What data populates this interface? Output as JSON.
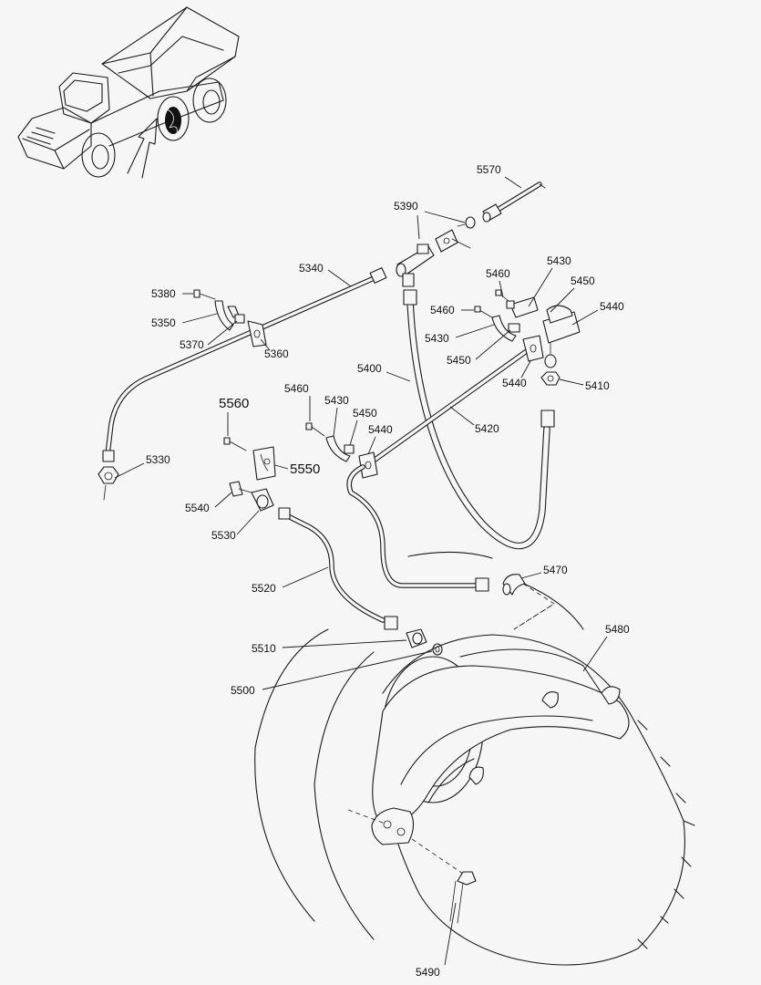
{
  "callouts": {
    "c5570": "5570",
    "c5390": "5390",
    "c5340": "5340",
    "c5380": "5380",
    "c5350": "5350",
    "c5370": "5370",
    "c5360": "5360",
    "c5330": "5330",
    "c5460a": "5460",
    "c5430a": "5430",
    "c5450a": "5450",
    "c5440a": "5440",
    "c5460b": "5460",
    "c5430b": "5430",
    "c5450b": "5450",
    "c5440b": "5440",
    "c5410": "5410",
    "c5400": "5400",
    "c5420": "5420",
    "c5460c": "5460",
    "c5430c": "5430",
    "c5450c": "5450",
    "c5440c": "5440",
    "c5560": "5560",
    "c5550": "5550",
    "c5540": "5540",
    "c5530": "5530",
    "c5520": "5520",
    "c5470": "5470",
    "c5480": "5480",
    "c5510": "5510",
    "c5500": "5500",
    "c5490": "5490"
  }
}
